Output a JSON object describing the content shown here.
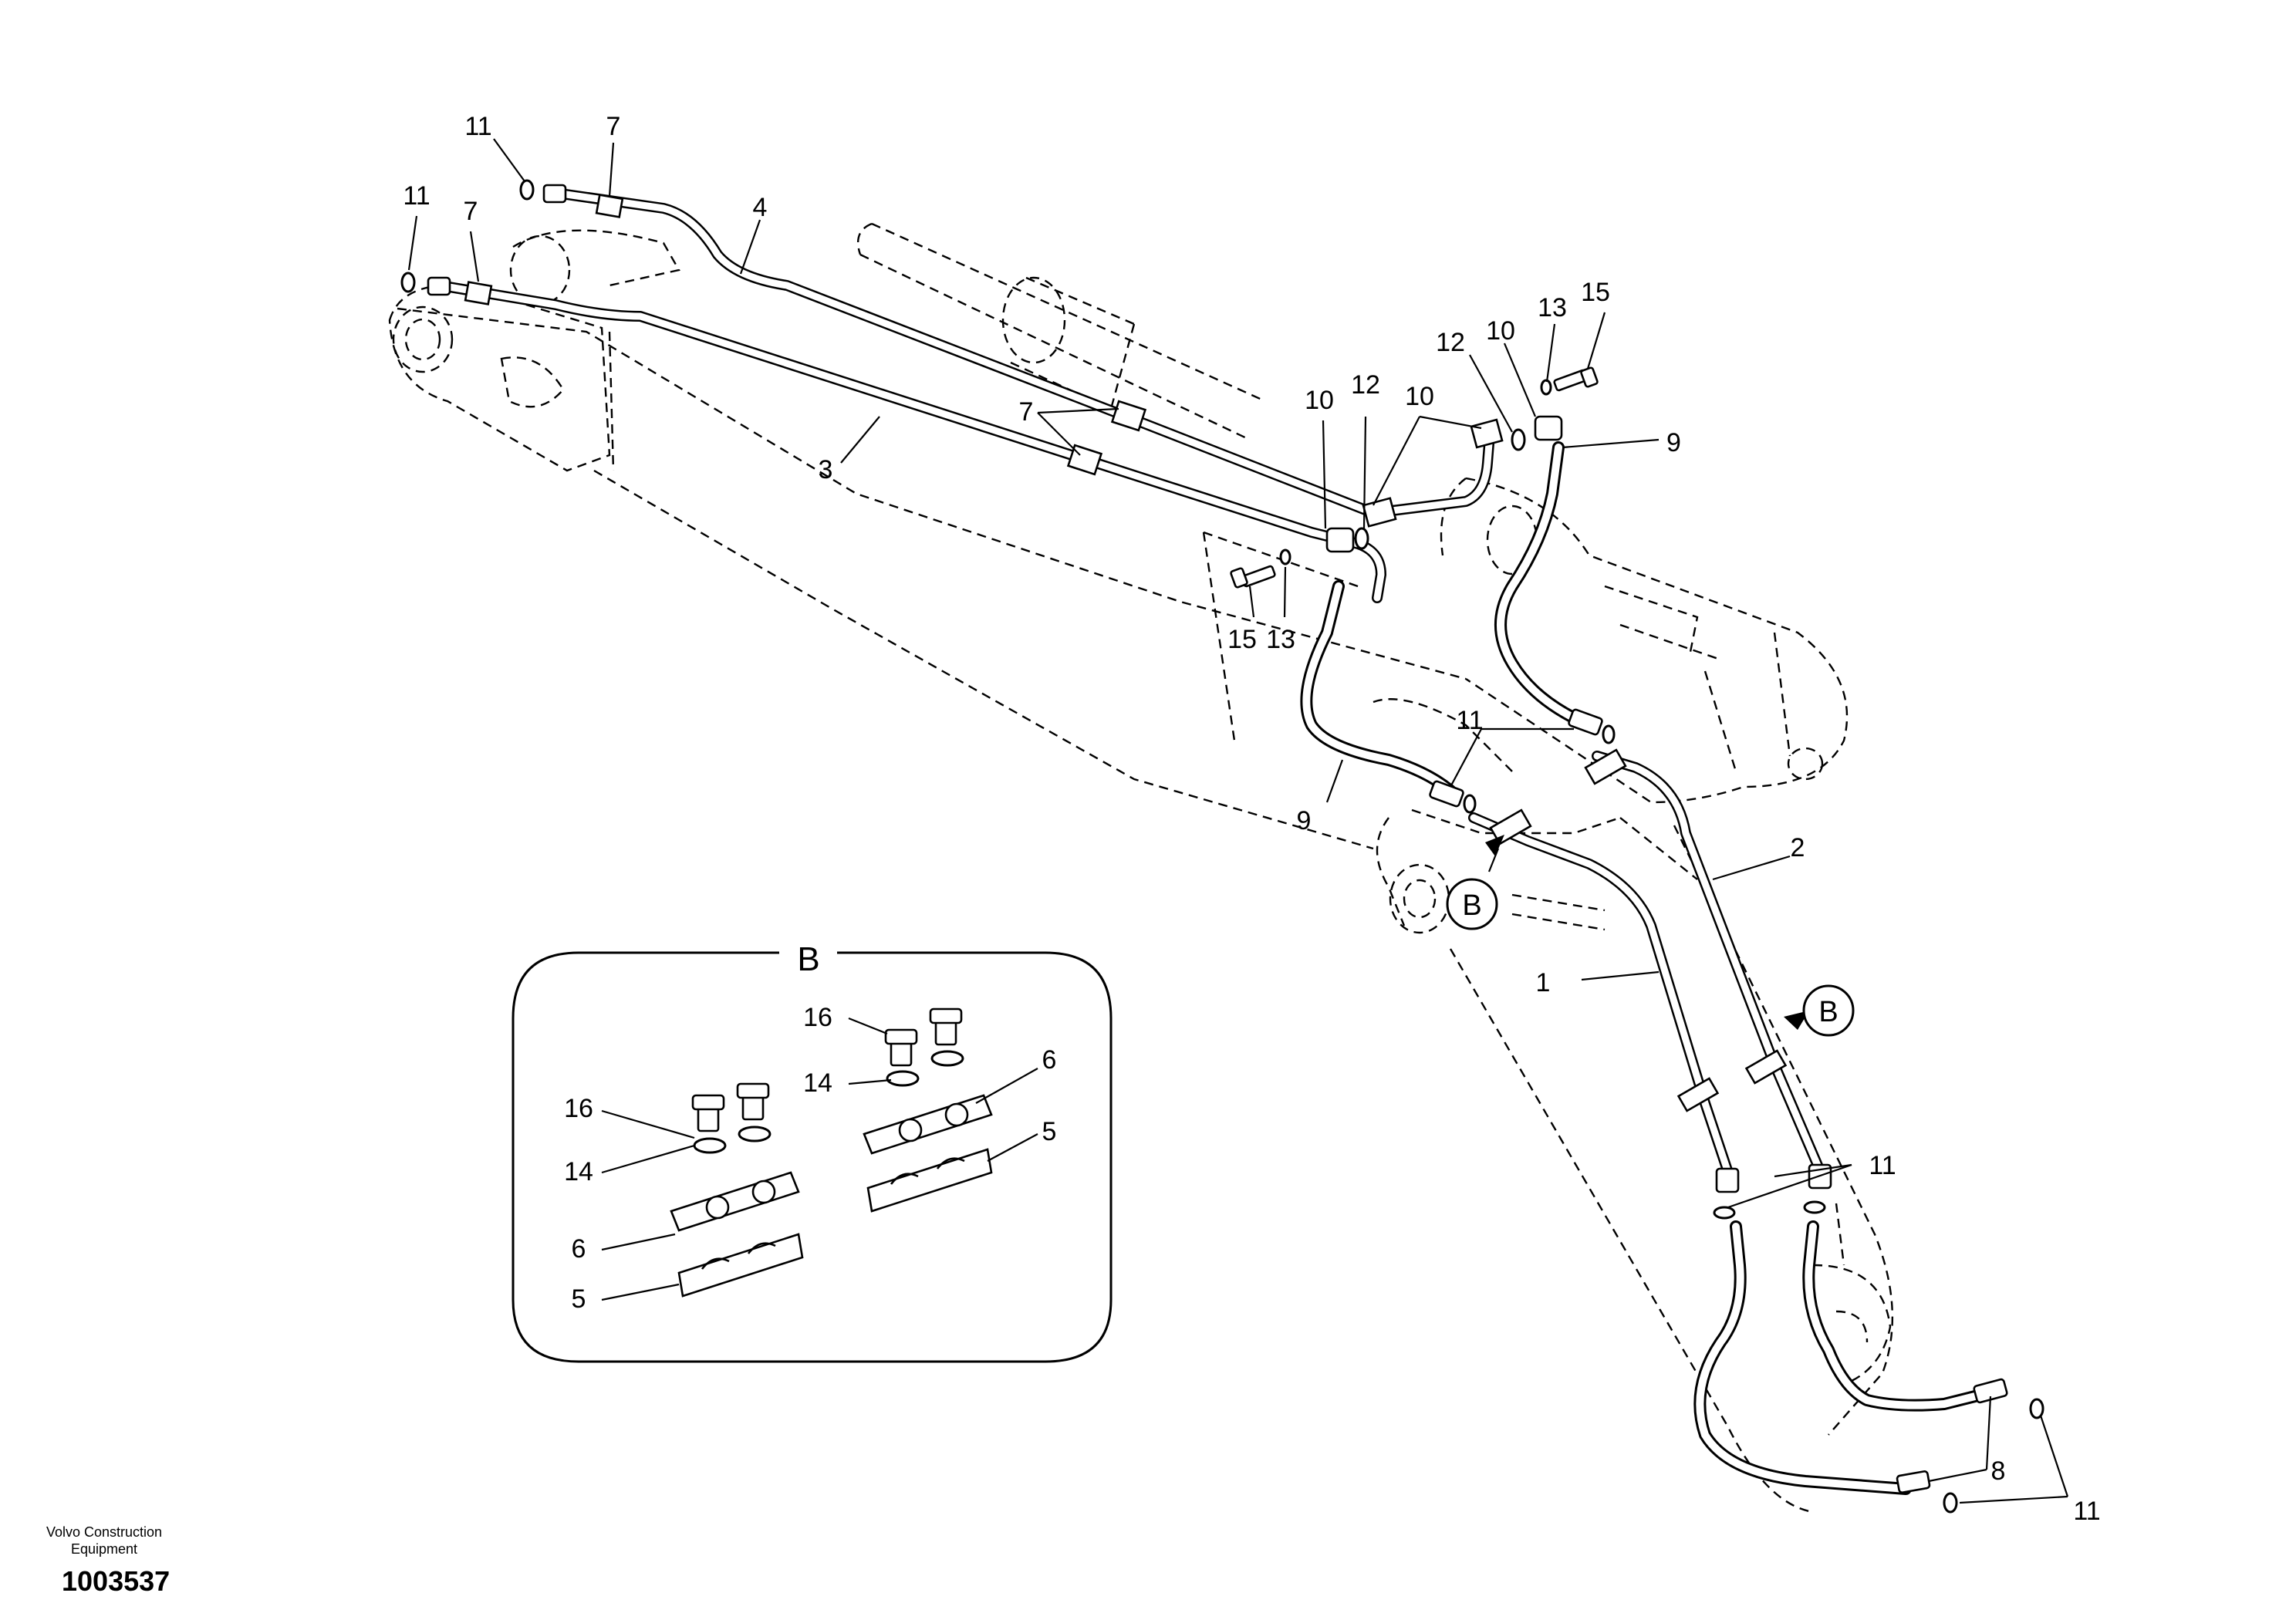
{
  "diagram": {
    "callouts": {
      "c1": "1",
      "c2": "2",
      "c3": "3",
      "c4": "4",
      "c5": "5",
      "c6": "6",
      "c7": "7",
      "c8": "8",
      "c9": "9",
      "c10": "10",
      "c11": "11",
      "c12": "12",
      "c13": "13",
      "c14": "14",
      "c15": "15",
      "c16": "16"
    },
    "view_reference": "B",
    "detail_view_title": "B"
  },
  "footer": {
    "brand_line1": "Volvo Construction",
    "brand_line2": "Equipment",
    "drawing_number": "1003537"
  }
}
